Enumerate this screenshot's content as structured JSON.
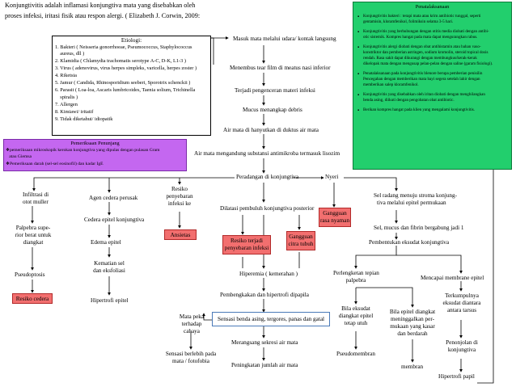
{
  "header": {
    "line1": "Konjungtivitis adalah inflamasi konjungtiva mata yang disebabkan oleh",
    "line2": "proses infeksi, iritasi fisik atau respon alergi. ( Elizabeth J. Corwin, 2009:"
  },
  "etiologi": {
    "title": "Etiologi:",
    "items": [
      "1. Bakteri ( Neisseria gonorrhoeae, Pseumococcus, Staphylococcus",
      "    aureus, dll )",
      "2. Klamidia ( Chlamydia trachomatis serotype A-C, D-K, L1-3 )",
      "3. Virus ( adenovirus, virus herpes simpleks, varicella, herpes zoster )",
      "4. Riketsia",
      "5. Jamur ( Candida, Rhinosporidium seeberi, Sporotrix schenckii )",
      "6. Parasit ( Loa-loa, Ascaris lumbricoides, Taenia solium, Trichinella",
      "    spiralis )",
      "7. Allergen",
      "8. Kimiawi/ iritatif",
      "9. Tidak diketahui/ idiopatik"
    ]
  },
  "pemeriksaan": {
    "title": "Pemeriksaan Penunjang",
    "items": [
      "❖pemeriksaan mikroskopik kerokan konjungtiva yang dipulas dengan pulasan Gram",
      "   atau Giemsa",
      "❖Pemeriksaan darah (sel-sel eosinofil) dan kadar IgE"
    ]
  },
  "penatalaksanaan": {
    "title": "Penatalaksanaan",
    "items": [
      [
        "Konjungtivitis bakteri : terapi mata atau krim antibiotic tunggal, seperti",
        "gentamisin, kloramfenikol, folimiksin selama 3-5 hari."
      ],
      [
        "Konjungtivitis yang berhubungan dengan otitis media diobati dengan antibi-",
        "otic sistemik. Kompres hangat pada mata dapat mengurangkan rabus."
      ],
      [
        "Konjungtivitis alergi diobati dengan obat antihistamin atau bahan vaso-",
        "konstriktor dan pemberian astringen, sodium kromolin, steroid topical dosis",
        "rendah. Rasa sakit dapat dikurangi dengan membungkus/kerak-kerak",
        "dikelopak mata dengan mengusap pelan-pelan dengan saline (garam fisiologi)."
      ],
      [
        "Penatalaksanaan pada konjungtivitis blenore berupa pemberian penisilin",
        "Pencegahan dengan memberikan mata bayi segera setelah lahir dengan",
        "memberikan salep kloramfenikol."
      ],
      [
        "Konjungtivitis yang disebabkan oleh iritan diobati dengan menghilangkan",
        "benda asing, diikuti dengan pengobatan obat antibiotic."
      ],
      [
        "Berikan kompres hangat pada klien yang mengalami konjungtivitis."
      ]
    ]
  },
  "flow": {
    "masuk": "Masuk mata melalui udara/ kontak langsung",
    "menembus": "Menembus tear film di meatus nasi inferior",
    "terjadi": "Terjadi pengenceran materi infeksi",
    "mucus": "Mucus menangkap debris",
    "airmata": "Air mata di hanyutkan di duktus air mata",
    "mengandung": "Air mata mengandung substansi antimikroba termasuk lisozim",
    "peradangan": "Peradangan di konjungtiva",
    "infiltrasi": [
      "Infiltrasi di",
      "otot muller"
    ],
    "palpebra_superior": [
      "Palpebra supe-",
      "rior berat untuk",
      "diangkat"
    ],
    "pseudoptosis": "Pseudoptosis",
    "resiko_cedera": "Resiko cedera",
    "agen_cedera": "Agen cedera perusak",
    "cedera_epitel": "Cedera epitel konjungtiva",
    "edema_epitel": "Edema epitel",
    "kematian_sel": [
      "Kematian sel",
      "dan eksfoliasi"
    ],
    "hipertrofi_epitel": "Hipertrofi epitel",
    "resiko_penyebaran": [
      "Resiko",
      "penyebaran",
      "infeksi ke"
    ],
    "ansietas": "Ansietas",
    "dilatasi": "Dilatasi pembuluh konjungtiva posterior",
    "resiko_terjadi": [
      "Resiko terjadi",
      "penyebaran infeksi"
    ],
    "gangguan_citra": [
      "Gangguan",
      "citra tubuh"
    ],
    "hiperemia": "Hiperemia ( kemerahan )",
    "pembengkakan": "Pembengkakan dan hipertrofi dipapila",
    "sensasi_benda": "Sensasi benda asing, tergores, panas dan gatal",
    "merangsang": "Merangsang sekresi air mata",
    "peningkatan": "Peningkatan jumlah air mata",
    "mata_peka": [
      "Mata peka",
      "terhadap",
      "cahaya"
    ],
    "sensasi_berlebih": [
      "Sensasi berlebih pada",
      "mata / fotofobia"
    ],
    "nyeri": "Nyeri",
    "gangguan_rasa": [
      "Gangguan",
      "rasa nyaman"
    ],
    "sel_radang": [
      "Sel radang menuju stroma konjung-",
      "tiva melalui epitel permukaan"
    ],
    "sel_mucus": "Sel, mucus dan fibrin bergabung jadi 1",
    "pembentukan": "Pembentukan eksudat konjungtiva",
    "perlengketan": [
      "Perlengketan tepian",
      "palpebra"
    ],
    "mencapai": "Mencapai membrane epitel",
    "bila_eksudat": [
      "Bila eksudat",
      "diangkat epitel",
      "tetap utuh"
    ],
    "bila_epitel": [
      "Bila epitel diangkat",
      "meninggalkan per-",
      "mukaan yang kasar",
      "dan berdarah"
    ],
    "terkumpulnya": [
      "Terkumpulnya",
      "eksudat diantara",
      "antara tarsus"
    ],
    "penonjolan": [
      "Penonjolan di",
      "konjungtiva"
    ],
    "pseudomembran": "Pseudomembran",
    "membran": "membran",
    "hipertrofi_papil": "Hipertrofi papil"
  }
}
